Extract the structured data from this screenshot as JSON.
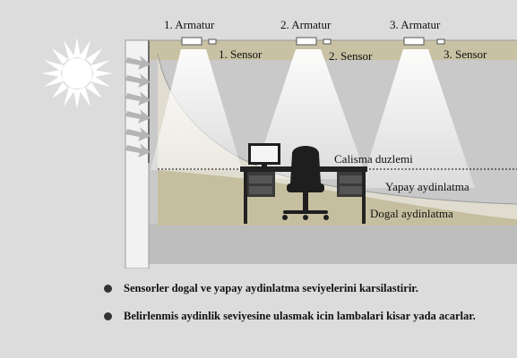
{
  "fixtures": [
    {
      "armatur": "1. Armatur",
      "sensor": "1. Sensor"
    },
    {
      "armatur": "2. Armatur",
      "sensor": "2. Sensor"
    },
    {
      "armatur": "3. Armatur",
      "sensor": "3. Sensor"
    }
  ],
  "labels": {
    "work_plane": "Calisma duzlemi",
    "artificial": "Yapay aydinlatma",
    "daylight": "Dogal aydinlatma"
  },
  "bullets": [
    "Sensorler dogal ve yapay aydinlatma seviyelerini karsilastirir.",
    "Belirlenmis aydinlik seviyesine ulasmak icin lambalari kisar yada acarlar."
  ]
}
